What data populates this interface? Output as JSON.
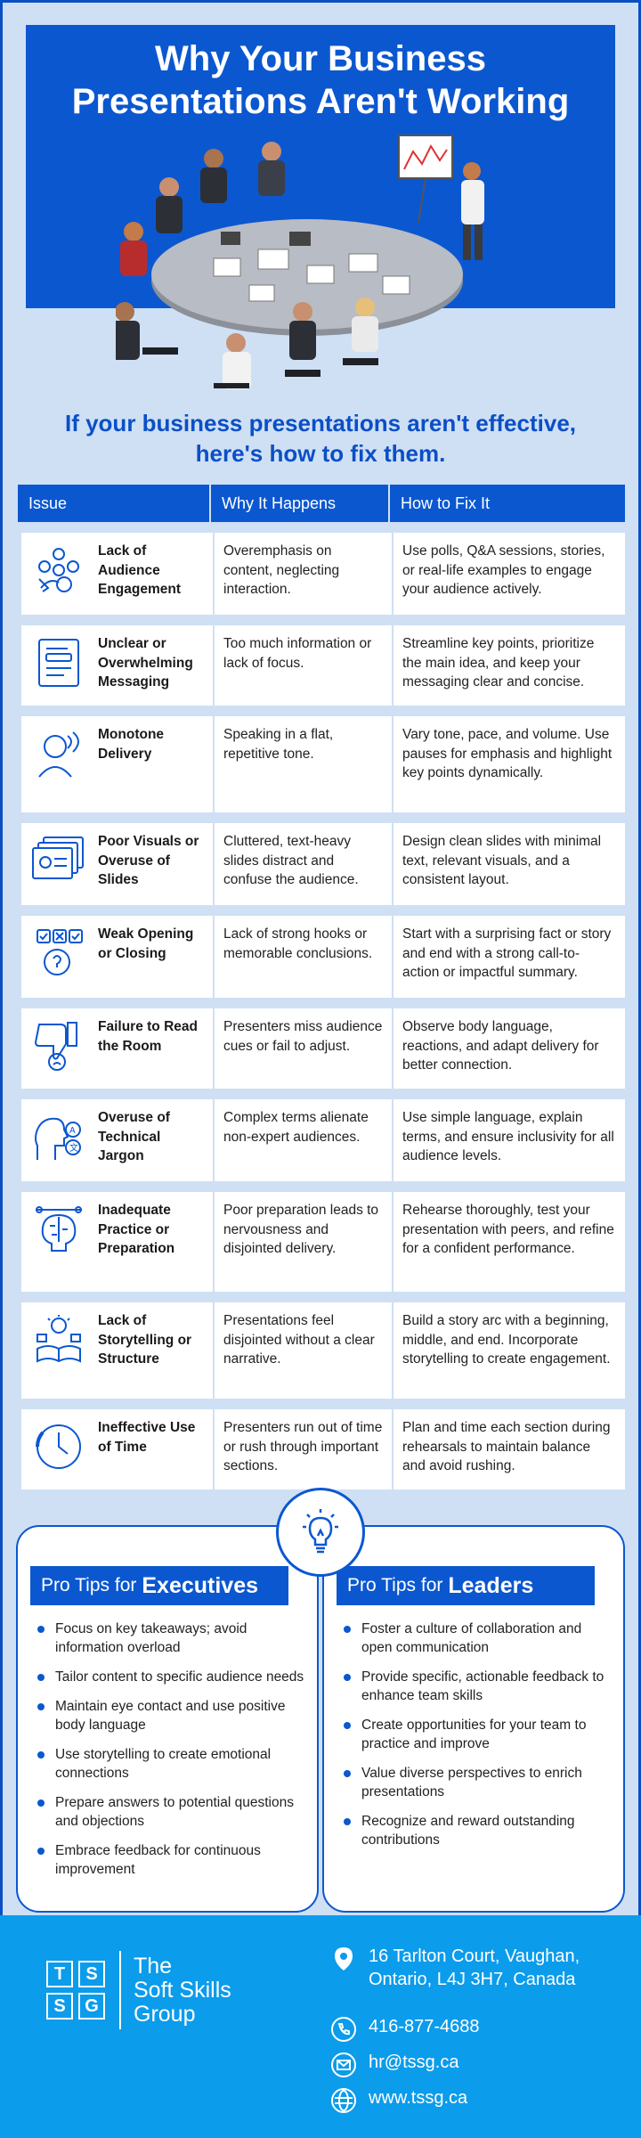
{
  "header": {
    "title_line1": "Why Your Business",
    "title_line2": "Presentations Aren't Working"
  },
  "subtitle": {
    "line1": "If your business presentations aren't effective,",
    "line2": "here's how to fix them."
  },
  "table": {
    "columns": [
      "Issue",
      "Why It Happens",
      "How to Fix It"
    ],
    "rows": [
      {
        "icon": "audience-engagement-icon",
        "issue": "Lack of Audience Engagement",
        "why": "Overemphasis on content, neglecting interaction.",
        "fix": "Use polls, Q&A sessions, stories, or real-life examples to engage your audience actively."
      },
      {
        "icon": "messaging-icon",
        "issue": "Unclear or Overwhelming Messaging",
        "why": "Too much information or lack of focus.",
        "fix": "Streamline key points, prioritize the main idea, and keep your messaging clear and concise."
      },
      {
        "icon": "monotone-speaker-icon",
        "issue": "Monotone Delivery",
        "why": "Speaking in a flat, repetitive tone.",
        "fix": "Vary tone, pace, and volume. Use pauses for emphasis and highlight key points dynamically."
      },
      {
        "icon": "slides-icon",
        "issue": "Poor Visuals or Overuse of Slides",
        "why": "Cluttered, text-heavy slides distract and confuse the audience.",
        "fix": "Design clean slides with minimal text, relevant visuals, and a consistent layout."
      },
      {
        "icon": "opening-closing-icon",
        "issue": "Weak Opening or Closing",
        "why": "Lack of strong hooks or memorable conclusions.",
        "fix": "Start with a surprising fact or story and end with a strong call-to-action or impactful summary."
      },
      {
        "icon": "thumbs-down-icon",
        "issue": "Failure to Read the Room",
        "why": "Presenters miss audience cues or fail to adjust.",
        "fix": "Observe body language, reactions, and adapt delivery for better connection."
      },
      {
        "icon": "jargon-icon",
        "issue": "Overuse of Technical Jargon",
        "why": "Complex terms alienate non-expert audiences.",
        "fix": "Use simple language, explain terms, and ensure inclusivity for all audience levels."
      },
      {
        "icon": "brain-practice-icon",
        "issue": "Inadequate Practice or Preparation",
        "why": "Poor preparation leads to nervousness and disjointed delivery.",
        "fix": "Rehearse thoroughly, test your presentation with peers, and refine for a confident performance."
      },
      {
        "icon": "storytelling-icon",
        "issue": "Lack of Storytelling or Structure",
        "why": "Presentations feel disjointed without a clear narrative.",
        "fix": "Build a story arc with a beginning, middle, and end. Incorporate storytelling to create engagement."
      },
      {
        "icon": "clock-icon",
        "issue": "Ineffective Use of Time",
        "why": "Presenters run out of time or rush through important sections.",
        "fix": "Plan and time each section during rehearsals to maintain balance and avoid rushing."
      }
    ]
  },
  "executives": {
    "prefix": "Pro Tips for",
    "audience": "Executives",
    "tips": [
      "Focus on key takeaways; avoid information overload",
      "Tailor content to specific audience needs",
      "Maintain eye contact and use positive body language",
      "Use storytelling to create emotional connections",
      "Prepare answers to potential questions and objections",
      "Embrace feedback for continuous improvement"
    ]
  },
  "leaders": {
    "prefix": "Pro Tips for",
    "audience": "Leaders",
    "tips": [
      "Foster a culture of collaboration and open communication",
      "Provide specific, actionable feedback to enhance team skills",
      "Create opportunities for your team to practice and improve",
      "Value diverse perspectives to enrich presentations",
      "Recognize and reward outstanding contributions"
    ]
  },
  "footer": {
    "logo_letters": [
      "T",
      "S",
      "S",
      "G"
    ],
    "logo_line1": "The",
    "logo_line2": "Soft Skills",
    "logo_line3": "Group",
    "address_line1": "16 Tarlton Court, Vaughan,",
    "address_line2": "Ontario, L4J 3H7, Canada",
    "phone": "416-877-4688",
    "email": "hr@tssg.ca",
    "website": "www.tssg.ca"
  },
  "colors": {
    "primary": "#0b57d0",
    "background": "#cfe0f4",
    "footer": "#0b9ceb"
  }
}
